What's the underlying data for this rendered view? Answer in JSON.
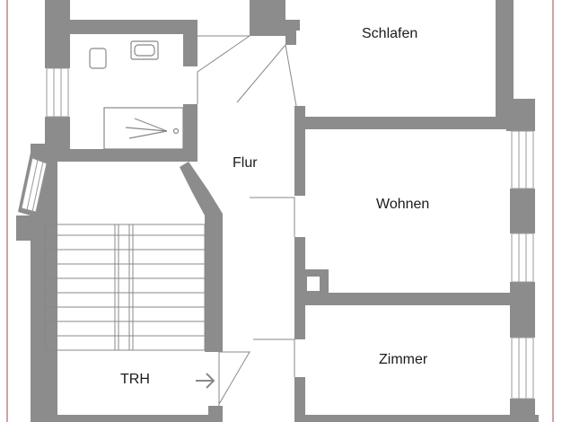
{
  "plan": {
    "wall_color": "#8c8c8c",
    "line_color": "#777777",
    "frame_color": "#b98a84",
    "rooms": {
      "schlafen": "Schlafen",
      "flur": "Flur",
      "wohnen": "Wohnen",
      "zimmer": "Zimmer",
      "trh": "TRH"
    },
    "arrow_color": "#888888"
  }
}
